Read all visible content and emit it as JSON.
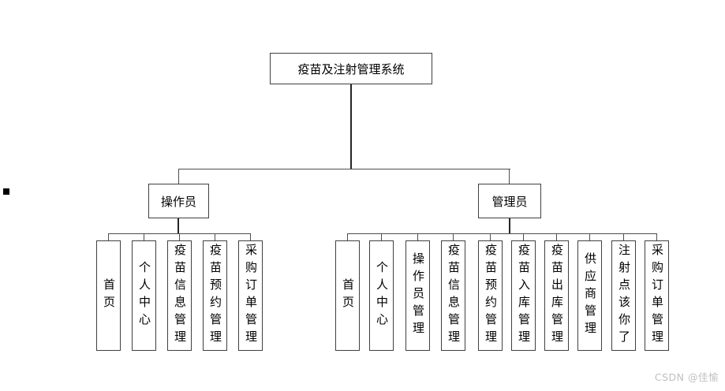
{
  "diagram": {
    "title": "疫苗及注射管理系统",
    "branches": [
      {
        "label": "操作员",
        "children": [
          "首页",
          "个人中心",
          "疫苗信息管理",
          "疫苗预约管理",
          "采购订单管理"
        ]
      },
      {
        "label": "管理员",
        "children": [
          "首页",
          "个人中心",
          "操作员管理",
          "疫苗信息管理",
          "疫苗预约管理",
          "疫苗入库管理",
          "疫苗出库管理",
          "供应商管理",
          "注射点该你了",
          "采购订单管理"
        ]
      }
    ]
  },
  "watermark": "CSDN @佳愉",
  "colors": {
    "background": "#ffffff",
    "box_border": "#404040",
    "connector_line": "#4d4d4d",
    "text": "#000000",
    "watermark": "#bfbfbf",
    "marker": "#000000"
  }
}
